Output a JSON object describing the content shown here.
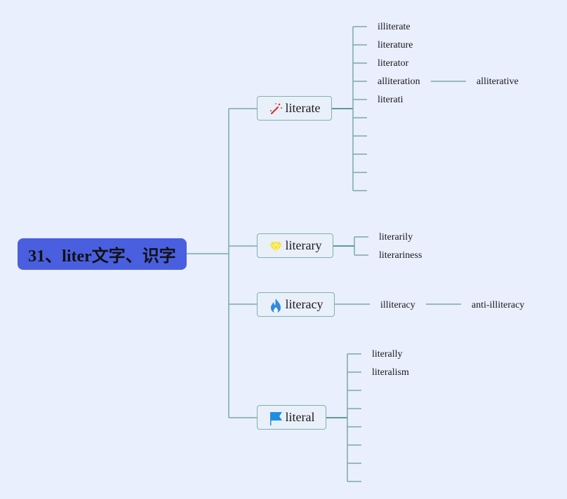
{
  "root": {
    "label": "31、liter文字、识字",
    "color": "#4a5fe0"
  },
  "branches": [
    {
      "label": "literate",
      "icon": "magic-wand-icon",
      "children": [
        {
          "label": "illiterate"
        },
        {
          "label": "literature"
        },
        {
          "label": "literator"
        },
        {
          "label": "alliteration",
          "children": [
            {
              "label": "alliterative"
            }
          ]
        },
        {
          "label": "literati"
        },
        {
          "label": ""
        },
        {
          "label": ""
        },
        {
          "label": ""
        },
        {
          "label": ""
        },
        {
          "label": ""
        }
      ]
    },
    {
      "label": "literary",
      "icon": "diamond-icon",
      "children": [
        {
          "label": "literarily"
        },
        {
          "label": "literariness"
        }
      ]
    },
    {
      "label": "literacy",
      "icon": "fire-icon",
      "children": [
        {
          "label": "illiteracy",
          "children": [
            {
              "label": "anti-illiteracy"
            }
          ]
        }
      ]
    },
    {
      "label": "literal",
      "icon": "flag-icon",
      "children": [
        {
          "label": "literally"
        },
        {
          "label": "literalism"
        },
        {
          "label": ""
        },
        {
          "label": ""
        },
        {
          "label": ""
        },
        {
          "label": ""
        },
        {
          "label": ""
        },
        {
          "label": ""
        }
      ]
    }
  ],
  "colors": {
    "line": "#6fa3a3",
    "line_light": "#9cc0c4",
    "background": "#e9effc"
  }
}
